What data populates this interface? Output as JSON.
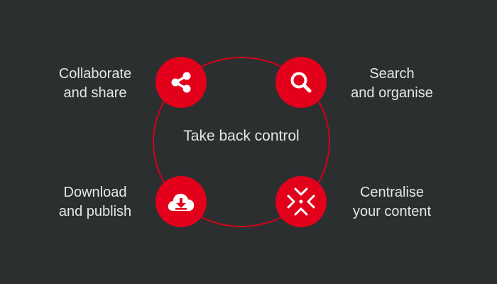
{
  "center": {
    "title": "Take back control"
  },
  "colors": {
    "background": "#2c2f2f",
    "accent": "#e3001b",
    "text": "#e6e6e6"
  },
  "nodes": [
    {
      "icon": "share-icon",
      "line1": "Collaborate",
      "line2": "and share"
    },
    {
      "icon": "magnifier-icon",
      "line1": "Search",
      "line2": "and organise"
    },
    {
      "icon": "cloud-download-icon",
      "line1": "Download",
      "line2": "and publish"
    },
    {
      "icon": "centralise-arrows-icon",
      "line1": "Centralise",
      "line2": "your content"
    }
  ]
}
